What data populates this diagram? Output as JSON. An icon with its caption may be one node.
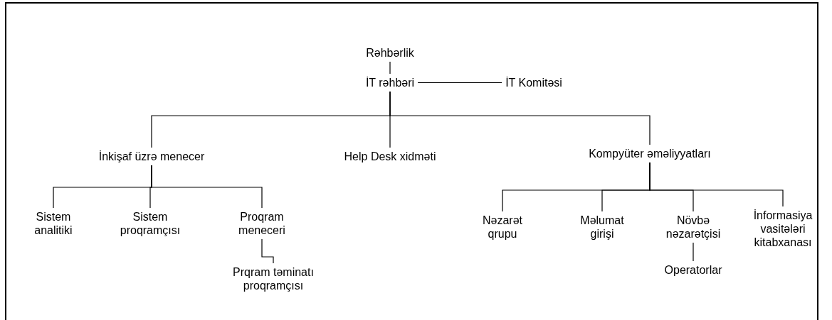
{
  "diagram": {
    "nodes": [
      {
        "text": [
          "Rəhbərlik"
        ]
      },
      {
        "text": [
          "İT rəhbəri"
        ]
      },
      {
        "text": [
          "İT Komitəsi"
        ]
      },
      {
        "text": [
          "İnkişaf üzrə menecer"
        ]
      },
      {
        "text": [
          "Help Desk xidməti"
        ]
      },
      {
        "text": [
          "Kompyüter əməliyyatları"
        ]
      },
      {
        "text": [
          "Sistem analitiki"
        ]
      },
      {
        "text": [
          "Sistem proqramçısı"
        ]
      },
      {
        "text": [
          "Proqram meneceri"
        ]
      },
      {
        "text": [
          "Prqram təminatı proqramçısı"
        ]
      },
      {
        "text": [
          "Nəzarət qrupu"
        ]
      },
      {
        "text": [
          "Məlumat girişi"
        ]
      },
      {
        "text": [
          "Növbə nəzarətçisi"
        ]
      },
      {
        "text": [
          "İnformasiya vasitələri kitabxanası"
        ]
      },
      {
        "text": [
          "Operatorlar"
        ]
      }
    ],
    "edges": [
      {
        "from": 0,
        "to": 1,
        "arrow": "none"
      },
      {
        "from": 1,
        "to": 2,
        "arrow": "none"
      },
      {
        "from": 1,
        "to": 3,
        "arrow": "none"
      },
      {
        "from": 1,
        "to": 4,
        "arrow": "none"
      },
      {
        "from": 1,
        "to": 5,
        "arrow": "none"
      },
      {
        "from": 3,
        "to": 6,
        "arrow": "none"
      },
      {
        "from": 3,
        "to": 7,
        "arrow": "none"
      },
      {
        "from": 3,
        "to": 8,
        "arrow": "none"
      },
      {
        "from": 8,
        "to": 9,
        "arrow": "none"
      },
      {
        "from": 5,
        "to": 10,
        "arrow": "none"
      },
      {
        "from": 5,
        "to": 11,
        "arrow": "none"
      },
      {
        "from": 5,
        "to": 12,
        "arrow": "none"
      },
      {
        "from": 5,
        "to": 13,
        "arrow": "none"
      },
      {
        "from": 12,
        "to": 14,
        "arrow": "none"
      }
    ]
  }
}
